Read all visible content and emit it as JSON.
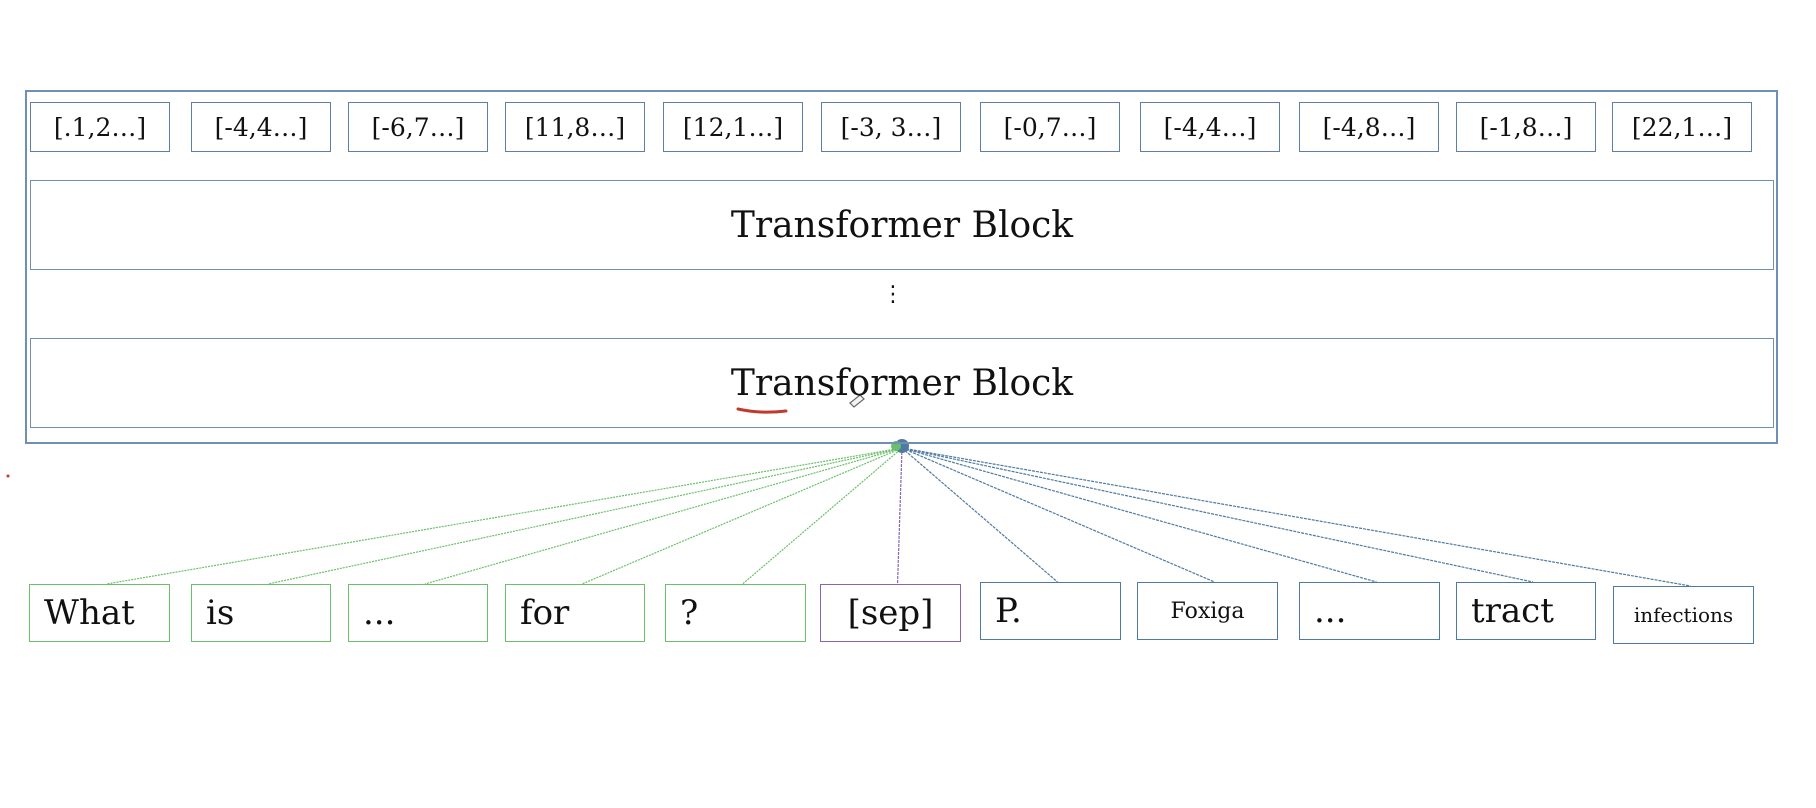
{
  "output_vectors": [
    "[.1,2…]",
    "[-4,4…]",
    "[-6,7…]",
    "[11,8…]",
    "[12,1…]",
    "[-3, 3…]",
    "[-0,7…]",
    "[-4,4…]",
    "[-4,8…]",
    "[-1,8…]",
    "[22,1…]"
  ],
  "blocks": {
    "top_label": "Transformer Block",
    "ellipsis": "⋮",
    "bottom_label": "Transformer Block"
  },
  "tokens": [
    {
      "text": "What",
      "group": "question"
    },
    {
      "text": "is",
      "group": "question"
    },
    {
      "text": "...",
      "group": "question"
    },
    {
      "text": "for",
      "group": "question"
    },
    {
      "text": "?",
      "group": "question"
    },
    {
      "text": "[sep]",
      "group": "separator"
    },
    {
      "text": "P.",
      "group": "context"
    },
    {
      "text": "Foxiga",
      "group": "context"
    },
    {
      "text": "...",
      "group": "context"
    },
    {
      "text": "tract",
      "group": "context"
    },
    {
      "text": "infections",
      "group": "context"
    }
  ],
  "colors": {
    "question": "#6abf69",
    "separator": "#8b64b0",
    "context": "#4f7aa3",
    "frame": "#6f8fb5",
    "annotation": "#c0392b"
  }
}
